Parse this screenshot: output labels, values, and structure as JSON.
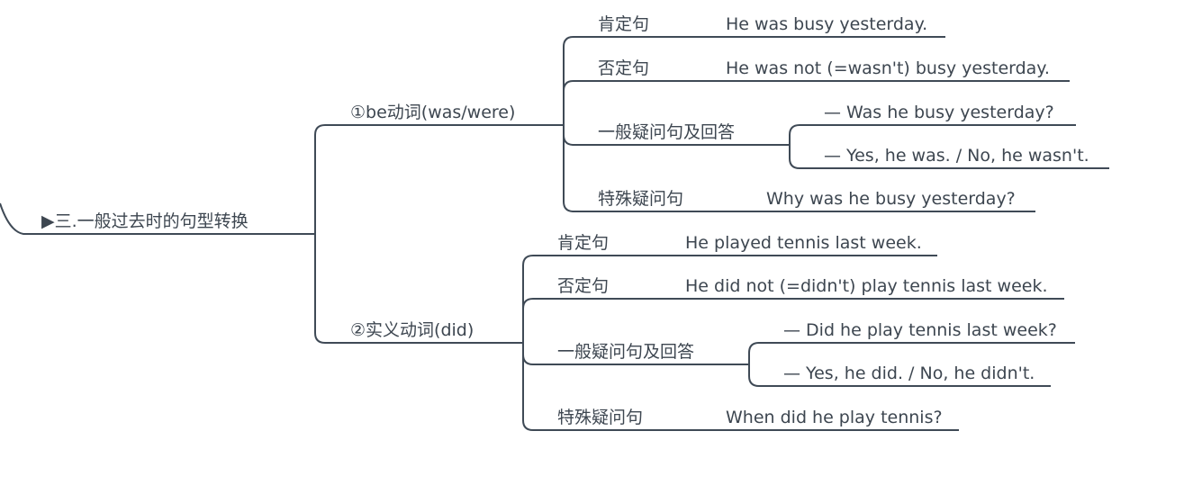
{
  "mindmap": {
    "root": {
      "label": "▶三.一般过去时的句型转换"
    },
    "branch1": {
      "label": "①be动词(was/were)",
      "affirmative": {
        "label": "肯定句",
        "example": "He was busy yesterday."
      },
      "negative": {
        "label": "否定句",
        "example": "He was not (=wasn't) busy yesterday."
      },
      "general_question": {
        "label": "一般疑问句及回答",
        "question": "— Was he busy yesterday?",
        "answer": "— Yes, he was. / No, he wasn't."
      },
      "special_question": {
        "label": "特殊疑问句",
        "example": "Why was he busy yesterday?"
      }
    },
    "branch2": {
      "label": "②实义动词(did)",
      "affirmative": {
        "label": "肯定句",
        "example": "He played tennis last week."
      },
      "negative": {
        "label": "否定句",
        "example": "He did not (=didn't) play tennis last week."
      },
      "general_question": {
        "label": "一般疑问句及回答",
        "question": "— Did he play tennis last week?",
        "answer": "— Yes, he did. / No, he didn't."
      },
      "special_question": {
        "label": "特殊疑问句",
        "example": "When did he play tennis?"
      }
    },
    "colors": {
      "line": "#3f4a56",
      "text": "#3d4650",
      "background": "#ffffff"
    }
  }
}
